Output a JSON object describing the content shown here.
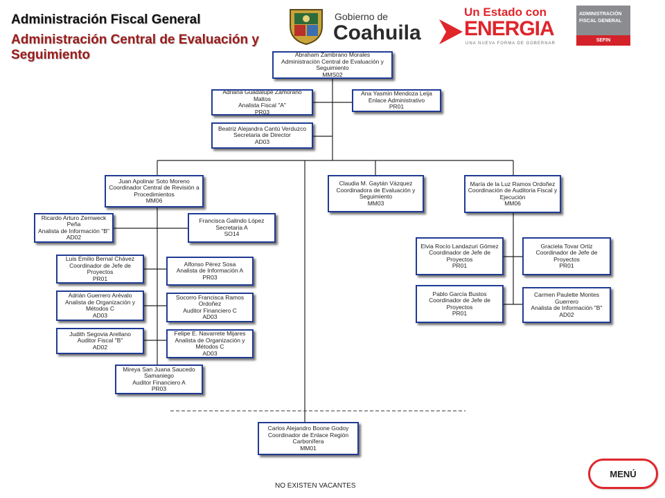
{
  "header": {
    "title": "Administración Fiscal General",
    "subtitle": "Administración Central de Evaluación y Seguimiento"
  },
  "logos": {
    "coahuila_line1": "Gobierno de",
    "coahuila_line2": "Coahuila",
    "energia_line1": "Un Estado con",
    "energia_line2": "ENERGIA",
    "energia_tagline": "UNA NUEVA FORMA DE GOBERNAR",
    "afg_line1": "ADMINISTRACIÓN",
    "afg_line2": "FISCAL GENERAL",
    "afg_line3": "SEFIN"
  },
  "org": {
    "director": {
      "name": "Abraham Zambrano Morales",
      "role": "Administración Central de Evaluación y Seguimiento",
      "code": "MMS02"
    },
    "adriana": {
      "name": "Adriana Guadalupe Zamorano Maltos",
      "role": "Analista Fiscal \"A\"",
      "code": "PR03"
    },
    "ana": {
      "name": "Ana Yasmin Mendoza Leija",
      "role": "Enlace Administrativo",
      "code": "PR01"
    },
    "beatriz": {
      "name": "Beatriz Alejandra Cantú Verduzco",
      "role": "Secretaria de Director",
      "code": "AD03"
    },
    "juan": {
      "name": "Juan Apolinar Soto Moreno",
      "role": "Coordinador Central de Revisión a Procedimientos",
      "code": "MM06"
    },
    "claudia": {
      "name": "Claudia M. Gaytán Vázquez",
      "role": "Coordinadora de  Evaluación y Seguimiento",
      "code": "MM03"
    },
    "maria": {
      "name": "María de la Luz Ramos Ordoñez",
      "role": "Coordinación de Auditoria Fiscal y Ejecución",
      "code": "MM06"
    },
    "ricardo": {
      "name": "Ricardo Arturo Zernweck Peña",
      "role": "Analista de Información \"B\"",
      "code": "AD02"
    },
    "francisca": {
      "name": "Francisca Galindo López",
      "role": "Secretaria A",
      "code": "SO14"
    },
    "luis": {
      "name": "Luis Emilio Bernal Chávez",
      "role": "Coordinador de Jefe de Proyectos",
      "code": "PR01"
    },
    "alfonso": {
      "name": "Alfonso Pérez Sosa",
      "role": "Analista de Información A",
      "code": "PR03"
    },
    "adrian": {
      "name": "Adrián Guerrero Arévalo",
      "role": "Analista de Organización y Métodos C",
      "code": "AD03"
    },
    "socorro": {
      "name": "Socorro Francisca Ramos Ordoñez",
      "role": "Auditor Financiero C",
      "code": "AD03"
    },
    "judith": {
      "name": "Judith Segovia Arellano",
      "role": "Auditor Fiscal \"B\"",
      "code": "AD02"
    },
    "felipe": {
      "name": "Felipe E. Navarrete Mijares",
      "role": "Analista de Organización y Métodos C",
      "code": "AD03"
    },
    "mireya": {
      "name": "Mireya San Juana Saucedo Samaniego",
      "role": "Auditor Financiero A",
      "code": "PR03"
    },
    "elvia": {
      "name": "Elvia Rocío Landazuri Gómez",
      "role": "Coordinador de Jefe de Proyectos",
      "code": "PR01"
    },
    "graciela": {
      "name": "Graciela Tovar Ortiz",
      "role": "Coordinador de Jefe de Proyectos",
      "code": "PR01"
    },
    "pablo": {
      "name": "Pablo García Bustos",
      "role": "Coordinador de Jefe de Proyectos",
      "code": "PR01"
    },
    "carmen": {
      "name": "Carmen Paulette Montes Guerrero",
      "role": "Analista de Información \"B\"",
      "code": "AD02"
    },
    "carlos": {
      "name": "Carlos Alejandro Boone Godoy",
      "role": "Coordinador de Enlace Región Carbonífera",
      "code": "MM01"
    }
  },
  "footer": {
    "note": "NO EXISTEN VACANTES"
  },
  "menu": {
    "label": "MENÚ"
  },
  "colors": {
    "title_primary": "#111111",
    "title_accent": "#9b1b1b",
    "box_border": "#1f3a93",
    "menu_border": "#e0252b",
    "energia_red": "#e0252b",
    "energia_gray": "#6d6e71",
    "afg_gray": "#8a8c8f",
    "afg_red": "#d3222a"
  }
}
